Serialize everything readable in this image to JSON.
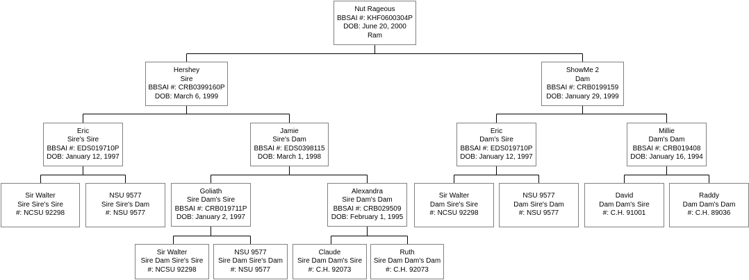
{
  "nodes": {
    "root": {
      "lines": [
        "Nut Rageous",
        "BBSAI #: KHF0600304P",
        "DOB: June 20, 2000",
        "Ram"
      ]
    },
    "sire": {
      "lines": [
        "Hershey",
        "Sire",
        "BBSAI #: CRB0399160P",
        "DOB: March 6, 1999"
      ]
    },
    "dam": {
      "lines": [
        "ShowMe 2",
        "Dam",
        "BBSAI #: CRB0199159",
        "DOB: January 29, 1999"
      ]
    },
    "sire_sire": {
      "lines": [
        "Eric",
        "Sire's Sire",
        "BBSAI #: EDS019710P",
        "DOB: January 12, 1997"
      ]
    },
    "sire_dam": {
      "lines": [
        "Jamie",
        "Sire's Dam",
        "BBSAI #: EDS0398115",
        "DOB: March 1, 1998"
      ]
    },
    "dam_sire": {
      "lines": [
        "Eric",
        "Dam's Sire",
        "BBSAI #: EDS019710P",
        "DOB: January 12, 1997"
      ]
    },
    "dam_dam": {
      "lines": [
        "Millie",
        "Dam's Dam",
        "BBSAI #: CRB019408",
        "DOB: January 16, 1994"
      ]
    },
    "sss": {
      "lines": [
        "Sir Walter",
        "Sire Sire's Sire",
        "#: NCSU 92298"
      ]
    },
    "ssd": {
      "lines": [
        "NSU 9577",
        "Sire Sire's Dam",
        "#: NSU 9577"
      ]
    },
    "sds": {
      "lines": [
        "Goliath",
        "Sire Dam's Sire",
        "BBSAI #: CRB019711P",
        "DOB: January 2, 1997"
      ]
    },
    "sdd": {
      "lines": [
        "Alexandra",
        "Sire Dam's Dam",
        "BBSAI #: CRB029509",
        "DOB: February 1, 1995"
      ]
    },
    "dss": {
      "lines": [
        "Sir Walter",
        "Dam Sire's Sire",
        "#: NCSU 92298"
      ]
    },
    "dsd": {
      "lines": [
        "NSU 9577",
        "Dam Sire's Dam",
        "#: NSU 9577"
      ]
    },
    "dds": {
      "lines": [
        "David",
        "Dam Dam's Sire",
        "#: C.H. 91001"
      ]
    },
    "ddd": {
      "lines": [
        "Raddy",
        "Dam Dam's Dam",
        "#: C.H. 89036"
      ]
    },
    "sdss": {
      "lines": [
        "Sir Walter",
        "Sire Dam Sire's Sire",
        "#: NCSU 92298"
      ]
    },
    "sdsd": {
      "lines": [
        "NSU 9577",
        "Sire Dam Sire's Dam",
        "#: NSU 9577"
      ]
    },
    "sdds": {
      "lines": [
        "Claude",
        "Sire Dam Dam's Sire",
        "#: C.H. 92073"
      ]
    },
    "sddd": {
      "lines": [
        "Ruth",
        "Sire Dam Dam's Dam",
        "#: C.H. 92073"
      ]
    }
  }
}
